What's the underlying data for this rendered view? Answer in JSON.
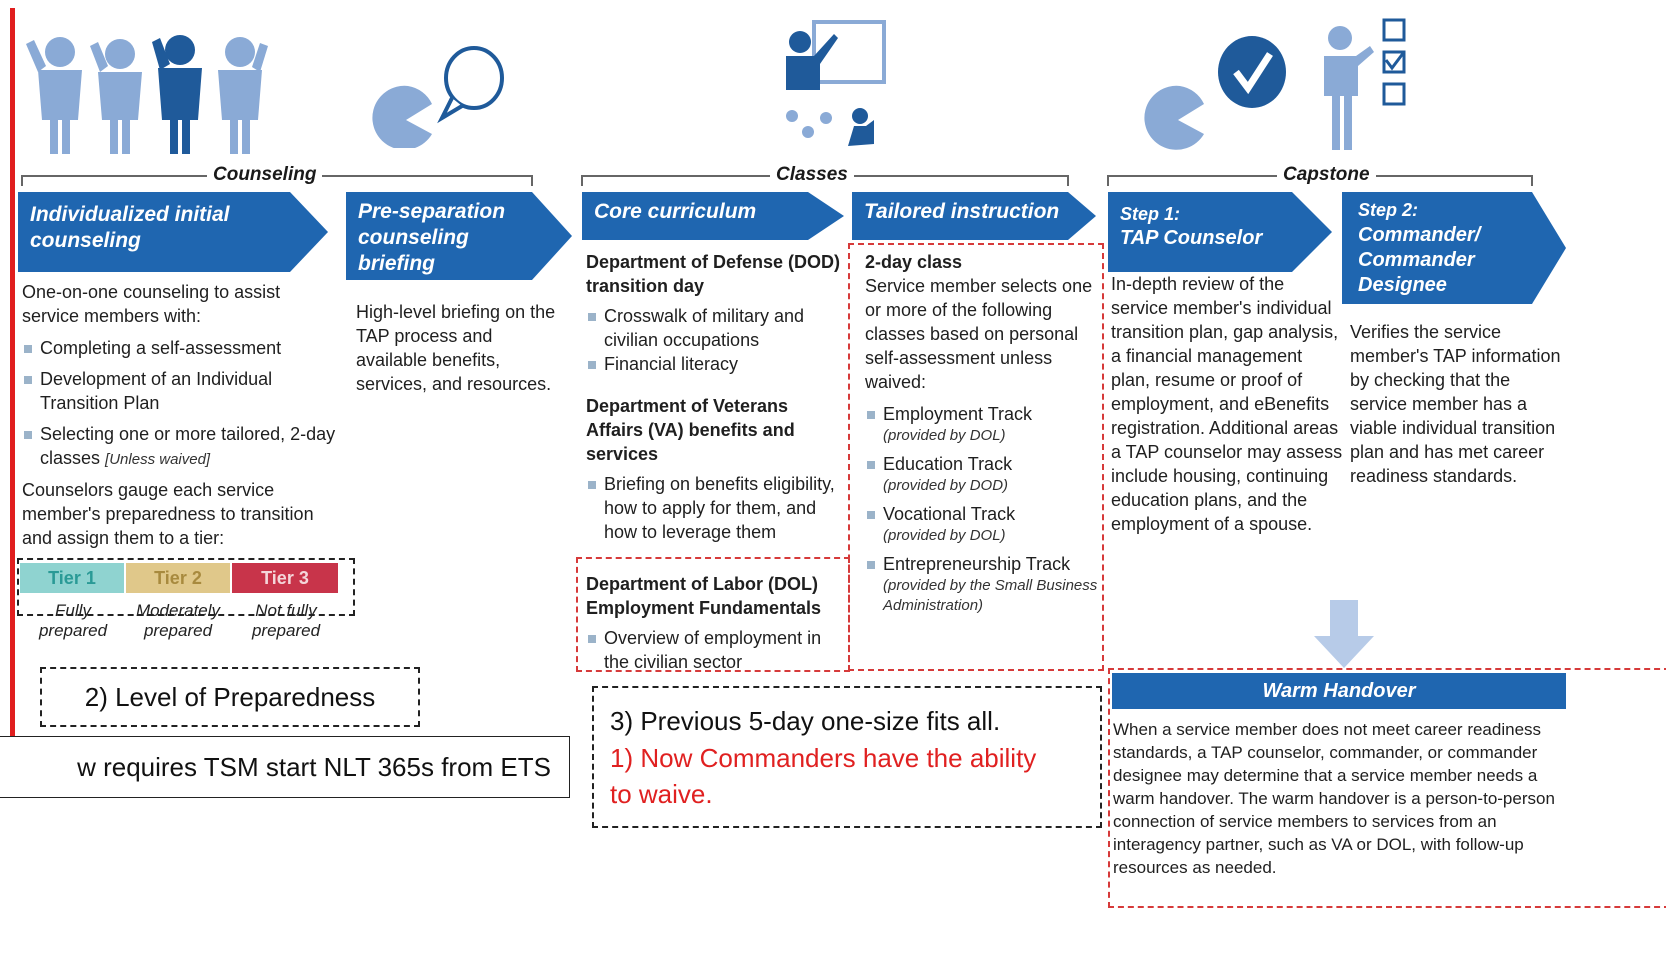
{
  "sections": {
    "counseling": "Counseling",
    "classes": "Classes",
    "capstone": "Capstone"
  },
  "steps": {
    "individualized": "Individualized initial counseling",
    "preseparation": "Pre-separation counseling briefing",
    "core": "Core curriculum",
    "tailored": "Tailored instruction",
    "step1_a": "Step 1:",
    "step1_b": "TAP Counselor",
    "step2_a": "Step 2:",
    "step2_b": "Commander/ Commander Designee"
  },
  "counseling_col": {
    "intro": "One-on-one counseling to assist service members with:",
    "bullets": [
      "Completing a self-assessment",
      "Development of an Individual Transition Plan",
      "Selecting one or more tailored, 2-day classes"
    ],
    "unless_waived": "[Unless waived]",
    "gauge": "Counselors gauge each service member's preparedness to transition and assign them to a tier:",
    "tiers": [
      {
        "label": "Tier 1",
        "desc": "Fully prepared",
        "color": "#8fd3d0"
      },
      {
        "label": "Tier 2",
        "desc": "Moderately prepared",
        "color": "#e0c88a"
      },
      {
        "label": "Tier 3",
        "desc": "Not fully prepared",
        "color": "#c8344a"
      }
    ]
  },
  "preseparation_col": {
    "text": "High-level briefing on the TAP process and available benefits, services, and resources."
  },
  "core_col": {
    "dod_title": "Department of Defense (DOD) transition day",
    "dod_bullets": [
      "Crosswalk of military and civilian occupations",
      "Financial literacy"
    ],
    "va_title": "Department of Veterans Affairs (VA) benefits and services",
    "va_bullets": [
      "Briefing on benefits eligibility, how to apply for them, and how to leverage them"
    ],
    "dol_title": "Department of Labor (DOL) Employment Fundamentals",
    "dol_bullets": [
      "Overview of employment in the civilian sector"
    ]
  },
  "tailored_col": {
    "title": "2-day class",
    "intro": "Service member selects one or more of the following classes based on personal self-assessment unless waived:",
    "tracks": [
      {
        "name": "Employment Track",
        "by": "(provided by DOL)"
      },
      {
        "name": "Education Track",
        "by": "(provided by DOD)"
      },
      {
        "name": "Vocational Track",
        "by": "(provided by DOL)"
      },
      {
        "name": "Entrepreneurship Track",
        "by": "(provided by the Small Business Administration)"
      }
    ]
  },
  "step1_col": {
    "text": "In-depth review of the service member's individual transition plan, gap analysis, a financial management plan, resume or proof of employment, and eBenefits registration. Additional areas a TAP counselor may assess include housing, continuing education plans, and the employment of a spouse."
  },
  "step2_col": {
    "text": "Verifies the service member's TAP information by checking that the service member has a viable individual transition plan and has met career readiness standards."
  },
  "warm_handover": {
    "title": "Warm Handover",
    "text": "When a service member does not meet career readiness standards, a TAP counselor, commander, or commander designee may determine that a service member needs a warm handover. The warm handover is a person-to-person connection of service members to services from an interagency partner, such as VA or DOL, with follow-up resources as needed."
  },
  "annotations": {
    "preparedness": "2) Level of Preparedness",
    "law": "w requires TSM start NLT 365s from ETS",
    "previous": "3) Previous 5-day one-size fits all.",
    "commanders": "1) Now Commanders have the ability to waive."
  },
  "colors": {
    "blue": "#1f66b0",
    "icon": "#8aaad6",
    "icon_dark": "#1f5a9a",
    "red": "#e02020"
  }
}
